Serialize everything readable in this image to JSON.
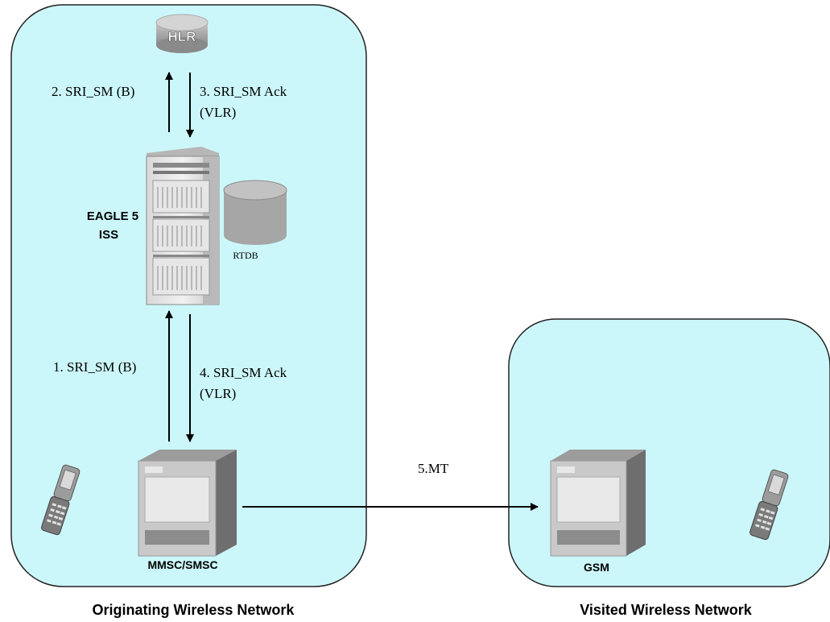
{
  "networks": {
    "originating": {
      "title": "Originating Wireless Network"
    },
    "visited": {
      "title": "Visited Wireless Network"
    }
  },
  "nodes": {
    "hlr": {
      "label": "HLR"
    },
    "eagle": {
      "label_line1": "EAGLE 5",
      "label_line2": "ISS"
    },
    "rtdb": {
      "label": "RTDB"
    },
    "mmsc": {
      "label": "MMSC/SMSC"
    },
    "gsm": {
      "label": "GSM"
    }
  },
  "messages": {
    "m1": {
      "label": "1. SRI_SM (B)"
    },
    "m2": {
      "label": "2. SRI_SM (B)"
    },
    "m3": {
      "label_line1": "3. SRI_SM Ack",
      "label_line2": "(VLR)"
    },
    "m4": {
      "label_line1": "4. SRI_SM Ack",
      "label_line2": "(VLR)"
    },
    "m5": {
      "label": "5.MT"
    }
  },
  "colors": {
    "network_fill": "#ccf7fa",
    "network_stroke": "#222222",
    "server_front": "#c9c9c9",
    "server_side": "#6e6e6e",
    "server_top": "#9c9c9c",
    "db_fill": "#a6a6a6"
  },
  "icons": [
    "hlr-icon",
    "eagle-rack-icon",
    "database-icon",
    "server-icon",
    "flip-phone-icon"
  ]
}
